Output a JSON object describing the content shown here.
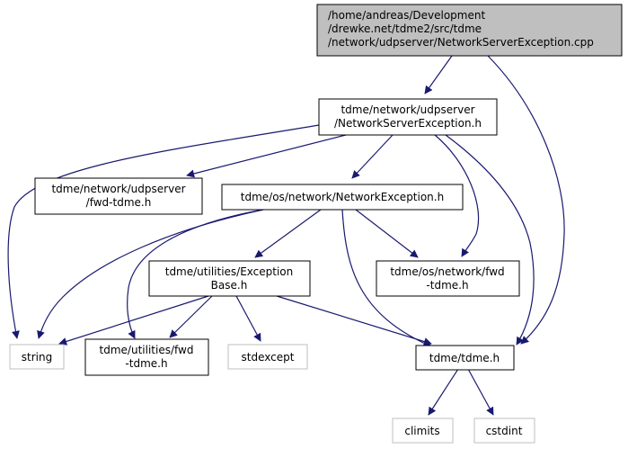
{
  "colors": {
    "edge": "#191970",
    "root_fill": "#bfbfbf",
    "node_fill": "#ffffff",
    "node_border": "#000000",
    "external_border": "#bfbfbf"
  },
  "nodes": {
    "root": [
      "/home/andreas/Development",
      "/drewke.net/tdme2/src/tdme",
      "/network/udpserver/NetworkServerException.cpp"
    ],
    "network_server_exception_h": [
      "tdme/network/udpserver",
      "/NetworkServerException.h"
    ],
    "udpserver_fwd_tdme_h": [
      "tdme/network/udpserver",
      "/fwd-tdme.h"
    ],
    "network_exception_h": [
      "tdme/os/network/NetworkException.h"
    ],
    "exception_base_h": [
      "tdme/utilities/Exception",
      "Base.h"
    ],
    "os_network_fwd_tdme_h": [
      "tdme/os/network/fwd",
      "-tdme.h"
    ],
    "string": [
      "string"
    ],
    "utilities_fwd_tdme_h": [
      "tdme/utilities/fwd",
      "-tdme.h"
    ],
    "stdexcept": [
      "stdexcept"
    ],
    "tdme_h": [
      "tdme/tdme.h"
    ],
    "climits": [
      "climits"
    ],
    "cstdint": [
      "cstdint"
    ]
  }
}
